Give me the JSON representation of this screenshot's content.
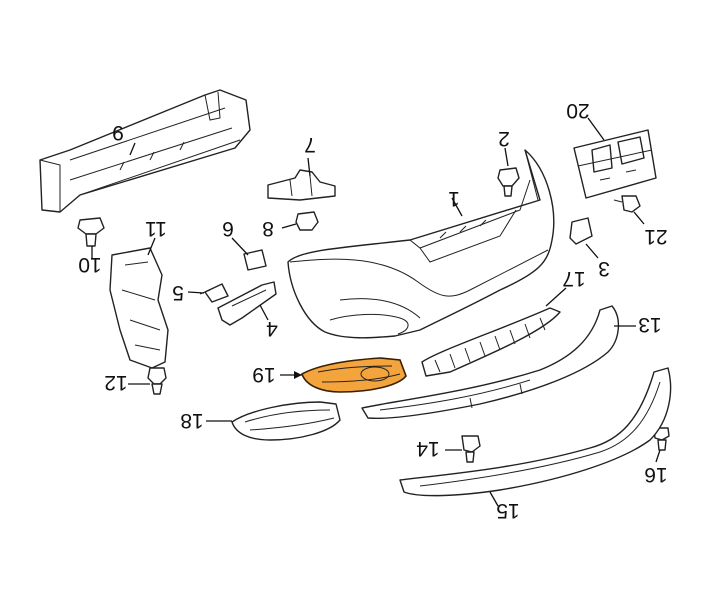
{
  "diagram": {
    "highlight_color": "#f4a43c",
    "callouts": [
      {
        "id": "c1",
        "text": "1"
      },
      {
        "id": "c2",
        "text": "2"
      },
      {
        "id": "c3",
        "text": "3"
      },
      {
        "id": "c4",
        "text": "4"
      },
      {
        "id": "c5",
        "text": "5"
      },
      {
        "id": "c6",
        "text": "6"
      },
      {
        "id": "c7",
        "text": "7"
      },
      {
        "id": "c8",
        "text": "8"
      },
      {
        "id": "c9",
        "text": "9"
      },
      {
        "id": "c10",
        "text": "10"
      },
      {
        "id": "c11",
        "text": "11"
      },
      {
        "id": "c12",
        "text": "12"
      },
      {
        "id": "c13",
        "text": "13"
      },
      {
        "id": "c14",
        "text": "14"
      },
      {
        "id": "c15",
        "text": "15"
      },
      {
        "id": "c16",
        "text": "16"
      },
      {
        "id": "c17",
        "text": "17"
      },
      {
        "id": "c18",
        "text": "18"
      },
      {
        "id": "c19",
        "text": "19"
      },
      {
        "id": "c20",
        "text": "20"
      },
      {
        "id": "c21",
        "text": "21"
      }
    ]
  }
}
